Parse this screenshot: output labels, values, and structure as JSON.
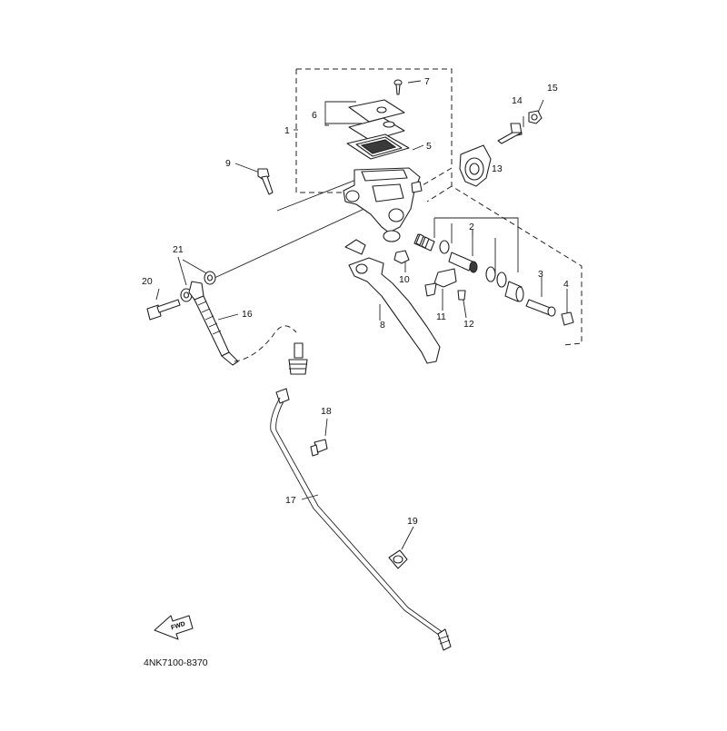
{
  "diagram": {
    "code": "4NK7100-8370",
    "fwd_label": "FWD",
    "callouts": [
      {
        "id": "c1",
        "label": "1"
      },
      {
        "id": "c2",
        "label": "2"
      },
      {
        "id": "c3",
        "label": "3"
      },
      {
        "id": "c4",
        "label": "4"
      },
      {
        "id": "c5",
        "label": "5"
      },
      {
        "id": "c6",
        "label": "6"
      },
      {
        "id": "c7",
        "label": "7"
      },
      {
        "id": "c8",
        "label": "8"
      },
      {
        "id": "c9",
        "label": "9"
      },
      {
        "id": "c10",
        "label": "10"
      },
      {
        "id": "c11",
        "label": "11"
      },
      {
        "id": "c12",
        "label": "12"
      },
      {
        "id": "c13",
        "label": "13"
      },
      {
        "id": "c14",
        "label": "14"
      },
      {
        "id": "c15",
        "label": "15"
      },
      {
        "id": "c16",
        "label": "16"
      },
      {
        "id": "c17",
        "label": "17"
      },
      {
        "id": "c18",
        "label": "18"
      },
      {
        "id": "c19",
        "label": "19"
      },
      {
        "id": "c20",
        "label": "20"
      },
      {
        "id": "c21",
        "label": "21"
      }
    ]
  }
}
